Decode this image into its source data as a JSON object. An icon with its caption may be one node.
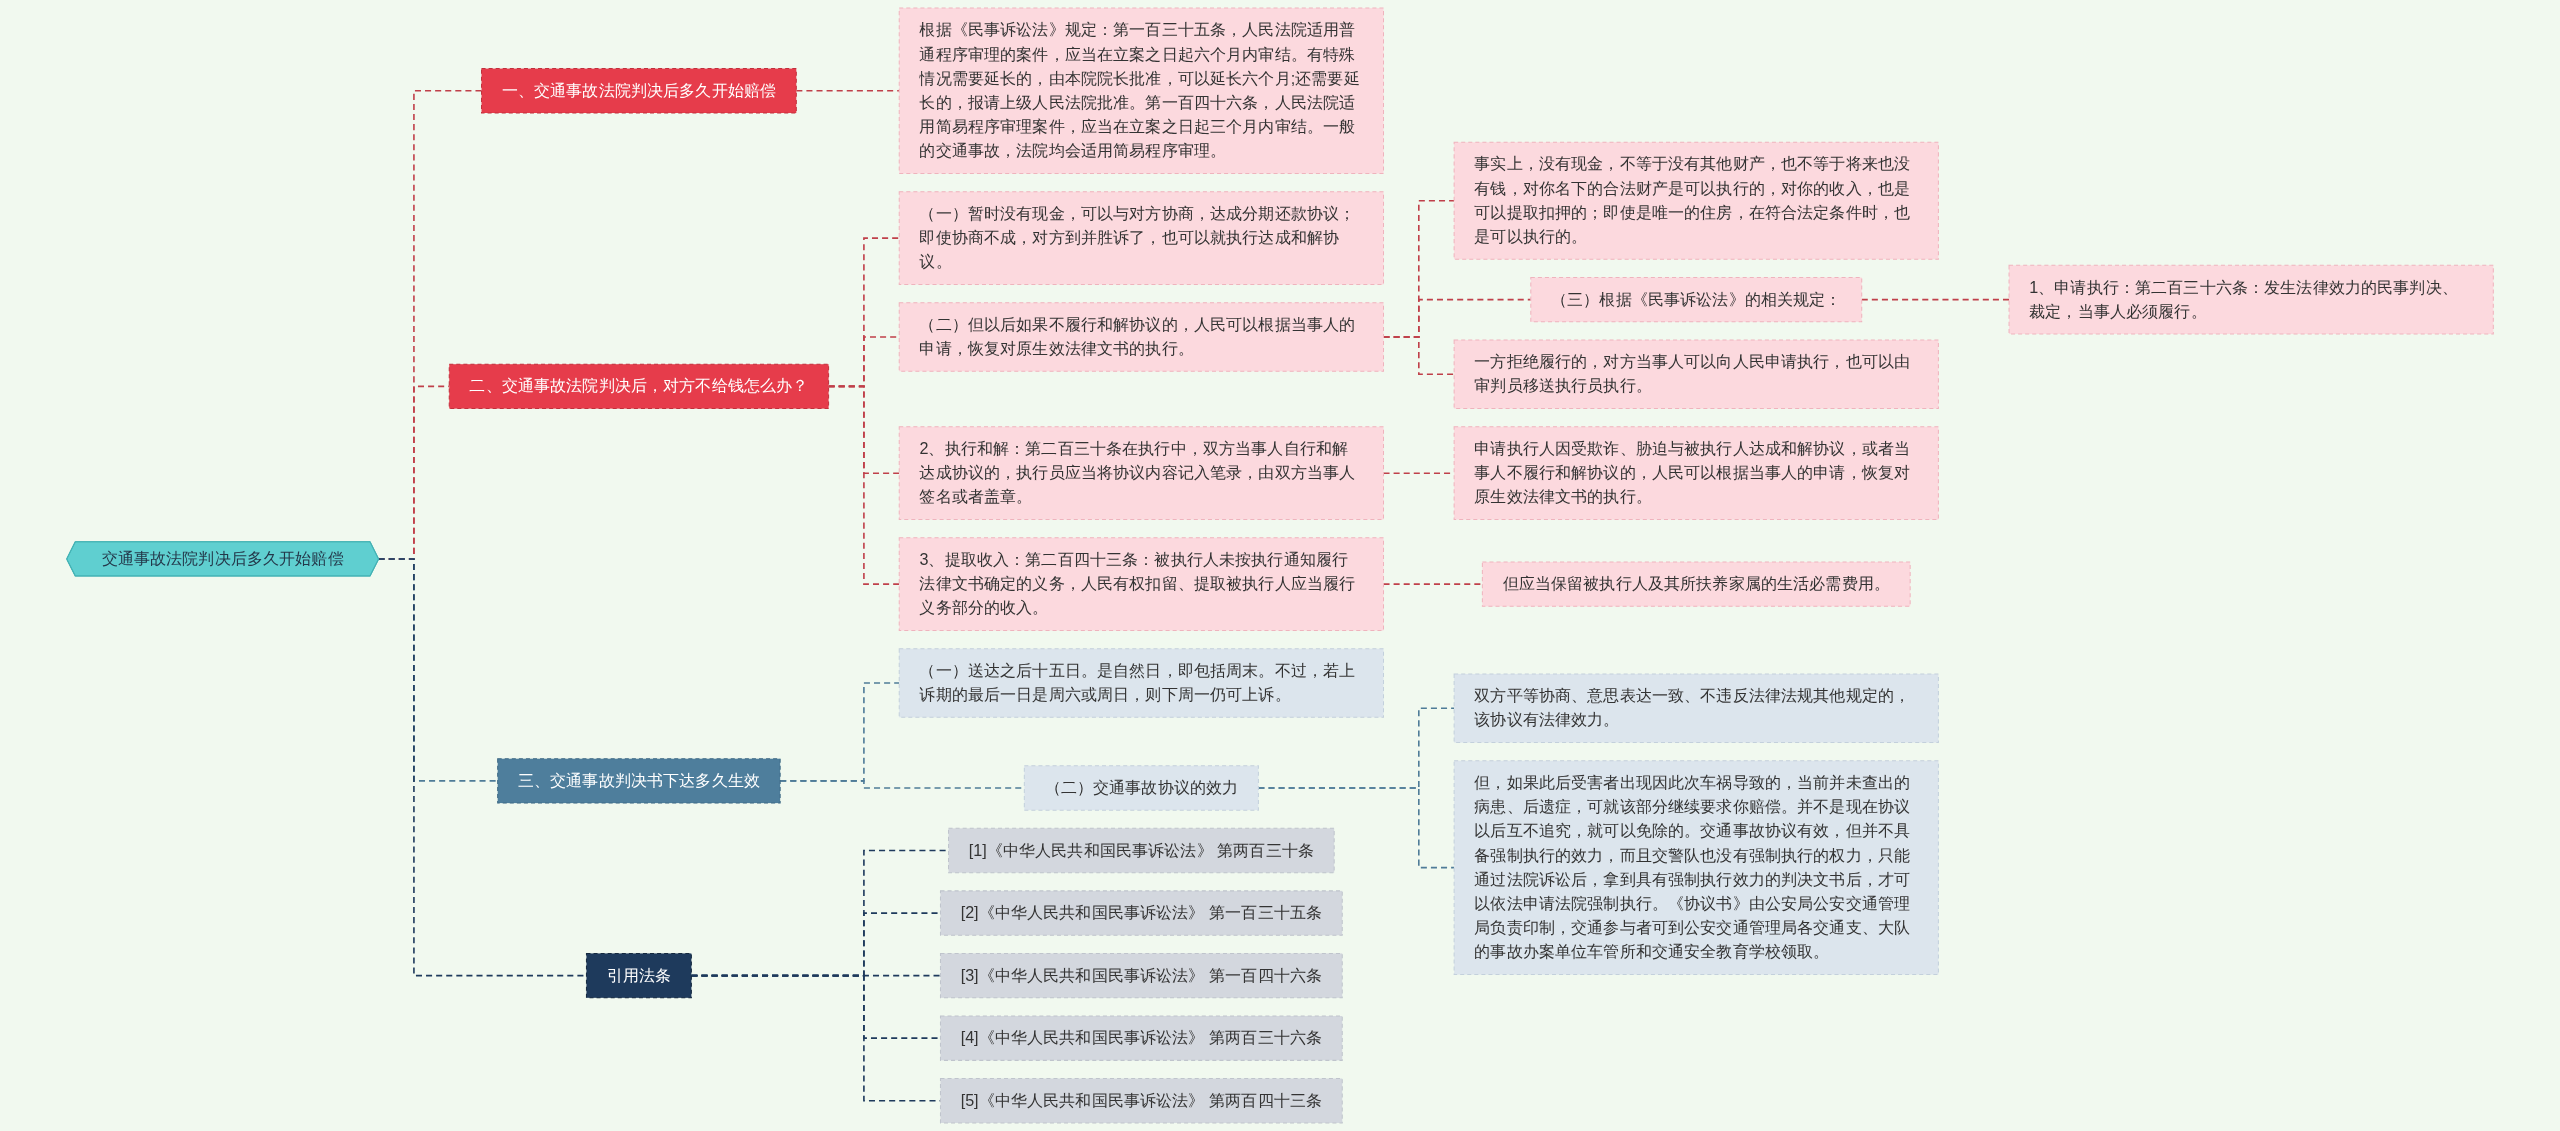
{
  "diagram": {
    "nodes": [
      {
        "text": [
          "交通事故法院判决后多久开始赔偿"
        ]
      },
      {
        "text": [
          "一、交通事故法院判决后多久开始赔偿"
        ]
      },
      {
        "text": [
          "根据《民事诉讼法》规定：第一百三十五条，人民法院适用普通程序审理的案件，应当在立案之日起六个月内审结。有特殊情况需要延长的，由本院院长批准，可以延长六个月;还需要延长的，报请上级人民法院批准。第一百四十六条，人民法院适用简易程序审理案件，应当在立案之日起三个月内审结。一般的交通事故，法院均会适用简易程序审理。"
        ]
      },
      {
        "text": [
          "二、交通事故法院判决后，对方不给钱怎么办？"
        ]
      },
      {
        "text": [
          "（一）暂时没有现金，可以与对方协商，达成分期还款协议；即使协商不成，对方到并胜诉了，也可以就执行达成和解协议。"
        ]
      },
      {
        "text": [
          "（二）但以后如果不履行和解协议的，人民可以根据当事人的申请，恢复对原生效法律文书的执行。"
        ]
      },
      {
        "text": [
          "事实上，没有现金，不等于没有其他财产，也不等于将来也没有钱，对你名下的合法财产是可以执行的，对你的收入，也是可以提取扣押的；即使是唯一的住房，在符合法定条件时，也是可以执行的。"
        ]
      },
      {
        "text": [
          "（三）根据《民事诉讼法》的相关规定："
        ]
      },
      {
        "text": [
          "1、申请执行：第二百三十六条：发生法律效力的民事判决、裁定，当事人必须履行。"
        ]
      },
      {
        "text": [
          "一方拒绝履行的，对方当事人可以向人民申请执行，也可以由审判员移送执行员执行。"
        ]
      },
      {
        "text": [
          "2、执行和解：第二百三十条在执行中，双方当事人自行和解达成协议的，执行员应当将协议内容记入笔录，由双方当事人签名或者盖章。"
        ]
      },
      {
        "text": [
          "申请执行人因受欺诈、胁迫与被执行人达成和解协议，或者当事人不履行和解协议的，人民可以根据当事人的申请，恢复对原生效法律文书的执行。"
        ]
      },
      {
        "text": [
          "3、提取收入：第二百四十三条：被执行人未按执行通知履行法律文书确定的义务，人民有权扣留、提取被执行人应当履行义务部分的收入。"
        ]
      },
      {
        "text": [
          "但应当保留被执行人及其所扶养家属的生活必需费用。"
        ]
      },
      {
        "text": [
          "三、交通事故判决书下达多久生效"
        ]
      },
      {
        "text": [
          "（一）送达之后十五日。是自然日，即包括周末。不过，若上诉期的最后一日是周六或周日，则下周一仍可上诉。"
        ]
      },
      {
        "text": [
          "（二）交通事故协议的效力"
        ]
      },
      {
        "text": [
          "双方平等协商、意思表达一致、不违反法律法规其他规定的，该协议有法律效力。"
        ]
      },
      {
        "text": [
          "但，如果此后受害者出现因此次车祸导致的，当前并未查出的病患、后遗症，可就该部分继续要求你赔偿。并不是现在协议以后互不追究，就可以免除的。交通事故协议有效，但并不具备强制执行的效力，而且交警队也没有强制执行的权力，只能通过法院诉讼后，拿到具有强制执行效力的判决文书后，才可以依法申请法院强制执行。《协议书》由公安局公安交通管理局负责印制，交通参与者可到公安交通管理局各交通支、大队的事故办案单位车管所和交通安全教育学校领取。"
        ]
      },
      {
        "text": [
          "引用法条"
        ]
      },
      {
        "text": [
          "[1]《中华人民共和国民事诉讼法》 第两百三十条"
        ]
      },
      {
        "text": [
          "[2]《中华人民共和国民事诉讼法》 第一百三十五条"
        ]
      },
      {
        "text": [
          "[3]《中华人民共和国民事诉讼法》 第一百四十六条"
        ]
      },
      {
        "text": [
          "[4]《中华人民共和国民事诉讼法》 第两百三十六条"
        ]
      },
      {
        "text": [
          "[5]《中华人民共和国民事诉讼法》 第两百四十三条"
        ]
      }
    ],
    "edges": [
      {
        "from": 0,
        "to": 1,
        "arrow": "none",
        "style": "dashed"
      },
      {
        "from": 1,
        "to": 2,
        "arrow": "none",
        "style": "dashed"
      },
      {
        "from": 0,
        "to": 3,
        "arrow": "none",
        "style": "dashed"
      },
      {
        "from": 3,
        "to": 4,
        "arrow": "none",
        "style": "dashed"
      },
      {
        "from": 3,
        "to": 5,
        "arrow": "none",
        "style": "dashed"
      },
      {
        "from": 5,
        "to": 6,
        "arrow": "none",
        "style": "dashed"
      },
      {
        "from": 5,
        "to": 7,
        "arrow": "none",
        "style": "dashed"
      },
      {
        "from": 7,
        "to": 8,
        "arrow": "none",
        "style": "dashed"
      },
      {
        "from": 5,
        "to": 9,
        "arrow": "none",
        "style": "dashed"
      },
      {
        "from": 3,
        "to": 10,
        "arrow": "none",
        "style": "dashed"
      },
      {
        "from": 10,
        "to": 11,
        "arrow": "none",
        "style": "dashed"
      },
      {
        "from": 3,
        "to": 12,
        "arrow": "none",
        "style": "dashed"
      },
      {
        "from": 12,
        "to": 13,
        "arrow": "none",
        "style": "dashed"
      },
      {
        "from": 0,
        "to": 14,
        "arrow": "none",
        "style": "dashed",
        "color": "#4f7c98"
      },
      {
        "from": 14,
        "to": 15,
        "arrow": "none",
        "style": "dashed",
        "color": "#4f7c98"
      },
      {
        "from": 14,
        "to": 16,
        "arrow": "none",
        "style": "dashed",
        "color": "#4f7c98"
      },
      {
        "from": 16,
        "to": 17,
        "arrow": "none",
        "style": "dashed",
        "color": "#4f7c98"
      },
      {
        "from": 16,
        "to": 18,
        "arrow": "none",
        "style": "dashed",
        "color": "#4f7c98"
      },
      {
        "from": 0,
        "to": 19,
        "arrow": "none",
        "style": "dashed",
        "color": "#1e3a5c"
      },
      {
        "from": 19,
        "to": 20,
        "arrow": "none",
        "style": "dashed",
        "color": "#1e3a5c"
      },
      {
        "from": 19,
        "to": 21,
        "arrow": "none",
        "style": "dashed",
        "color": "#1e3a5c"
      },
      {
        "from": 19,
        "to": 22,
        "arrow": "none",
        "style": "dashed",
        "color": "#1e3a5c"
      },
      {
        "from": 19,
        "to": 23,
        "arrow": "none",
        "style": "dashed",
        "color": "#1e3a5c"
      },
      {
        "from": 19,
        "to": 24,
        "arrow": "none",
        "style": "dashed",
        "color": "#1e3a5c"
      }
    ]
  }
}
